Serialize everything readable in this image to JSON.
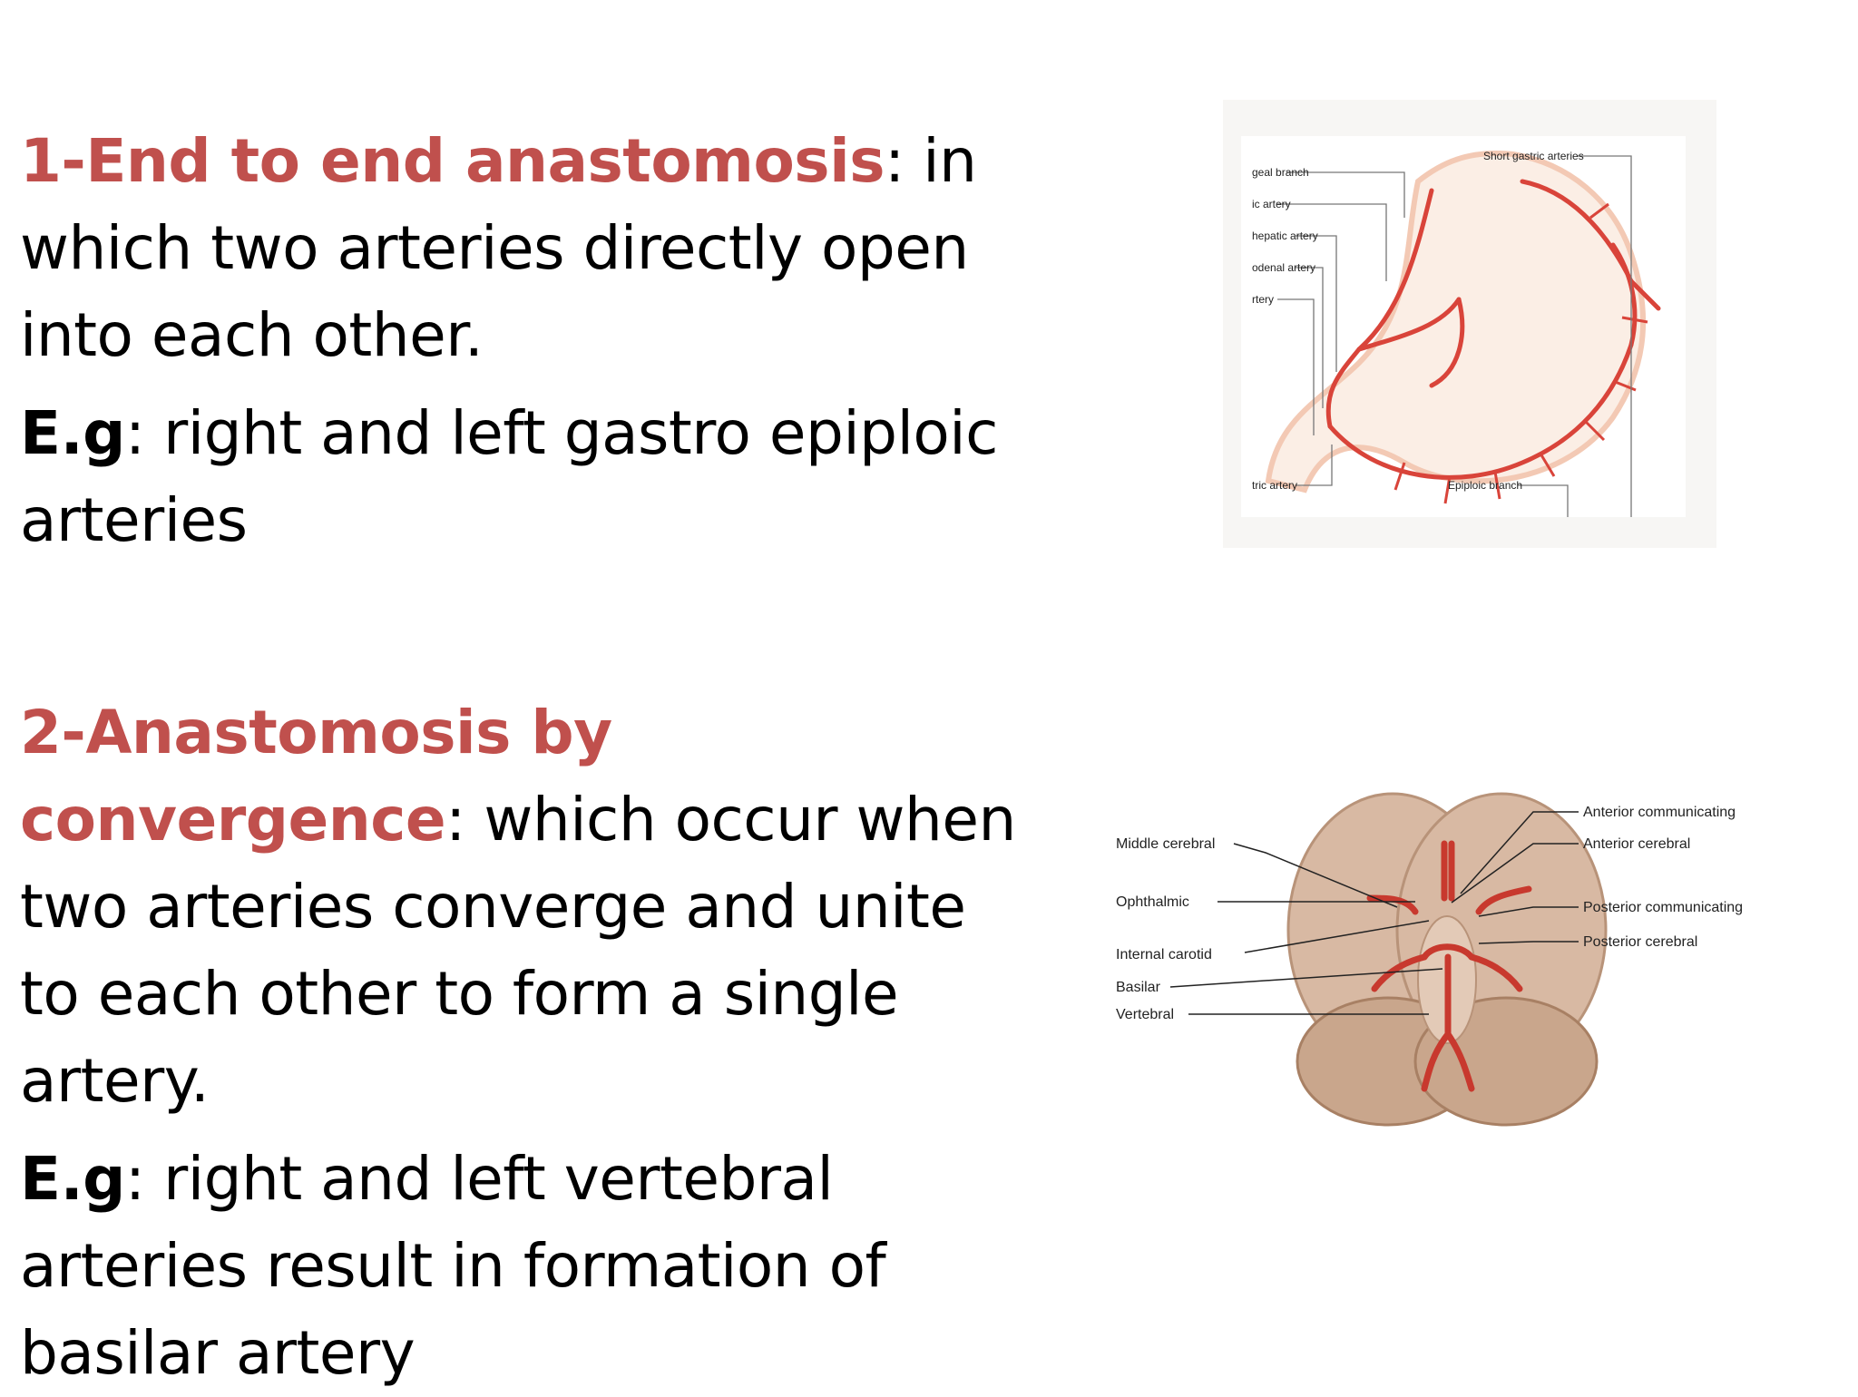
{
  "section1": {
    "heading": "1-End to end anastomosis",
    "colon": ":",
    "description_tail": " in which two arteries directly open into each other.",
    "eg_label": "E.g",
    "eg_text": ": right and left gastro epiploic arteries"
  },
  "section2": {
    "heading": "2-Anastomosis by convergence",
    "colon": ":",
    "description_tail": " which occur when two arteries converge and unite to each other to form a single artery.",
    "eg_label": "E.g",
    "eg_text": ": right and left vertebral arteries result in formation of basilar artery"
  },
  "stomach_figure": {
    "labels": [
      "geal branch",
      "ic artery",
      "hepatic artery",
      "odenal artery",
      "rtery",
      "Short gastric arteries",
      "tric artery",
      "Epiploic branch"
    ]
  },
  "brain_figure": {
    "left_labels": [
      "Middle cerebral",
      "Ophthalmic",
      "Internal carotid",
      "Basilar",
      "Vertebral"
    ],
    "right_labels": [
      "Anterior communicating",
      "Anterior cerebral",
      "Posterior communicating",
      "Posterior cerebral"
    ]
  },
  "colors": {
    "heading": "#c0504d",
    "artery": "#d9443a",
    "brain": "#d8b9a3"
  }
}
